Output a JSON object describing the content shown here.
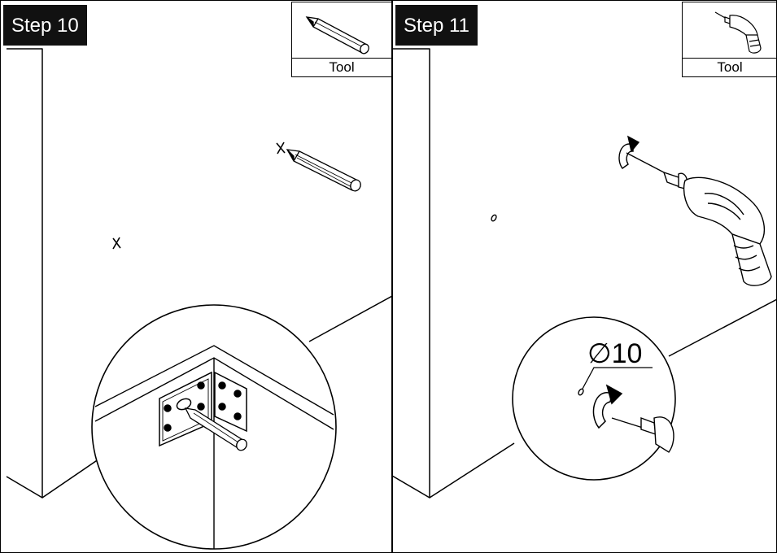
{
  "steps": [
    {
      "title": "Step 10",
      "tool_label": "Tool",
      "tool_icon": "pencil-icon"
    },
    {
      "title": "Step 11",
      "tool_label": "Tool",
      "tool_icon": "drill-icon"
    }
  ],
  "drill_diameter_label": "∅10",
  "colors": {
    "ink": "#000000",
    "badge_bg": "#111111",
    "badge_text": "#ffffff"
  }
}
